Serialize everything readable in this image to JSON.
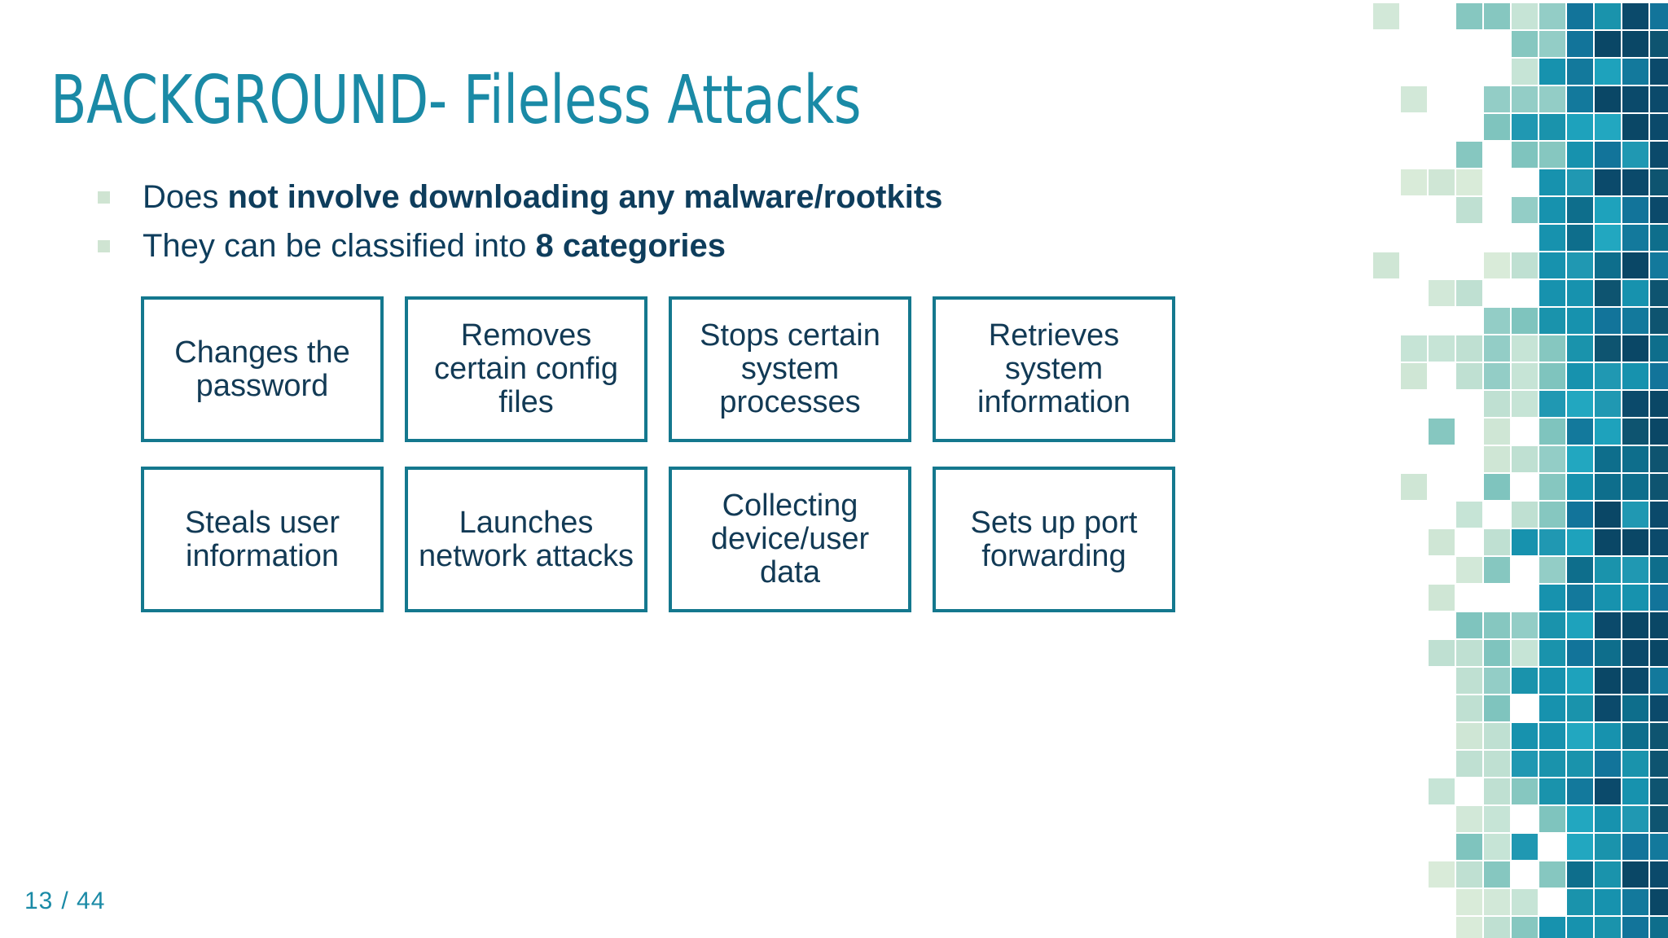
{
  "slide": {
    "title": "BACKGROUND- Fileless Attacks",
    "background_color": "#ffffff",
    "title_color": "#1A8AA6",
    "body_text_color": "#0E3D5C",
    "box_border_color": "#14788E",
    "box_text_color": "#123A55",
    "bullet_marker_color": "#CFE4D2"
  },
  "bullets": [
    {
      "marker": "square-bullet-icon",
      "prefix": "Does ",
      "bold": "not involve downloading any malware/rootkits",
      "suffix": ""
    },
    {
      "marker": "square-bullet-icon",
      "prefix": "They can be classified into ",
      "bold": "8 categories",
      "suffix": ""
    }
  ],
  "categories": [
    {
      "label": "Changes the password"
    },
    {
      "label": "Removes certain config files"
    },
    {
      "label": "Stops certain system processes"
    },
    {
      "label": "Retrieves system information"
    },
    {
      "label": "Steals user information"
    },
    {
      "label": "Launches network attacks"
    },
    {
      "label": "Collecting device/user data"
    },
    {
      "label": "Sets up port forwarding"
    }
  ],
  "footer": {
    "current_page": "13",
    "page_separator": "/ 44"
  },
  "decoration": {
    "name": "mosaic-squares-pattern",
    "palette": [
      "#D5E8D4",
      "#C9E3D6",
      "#7FC4BE",
      "#1792AE",
      "#1682A0",
      "#0E5C80",
      "#0B4A6B",
      "#12749A",
      "#2BA3BC"
    ],
    "cell_size": 32,
    "gap": 2
  }
}
